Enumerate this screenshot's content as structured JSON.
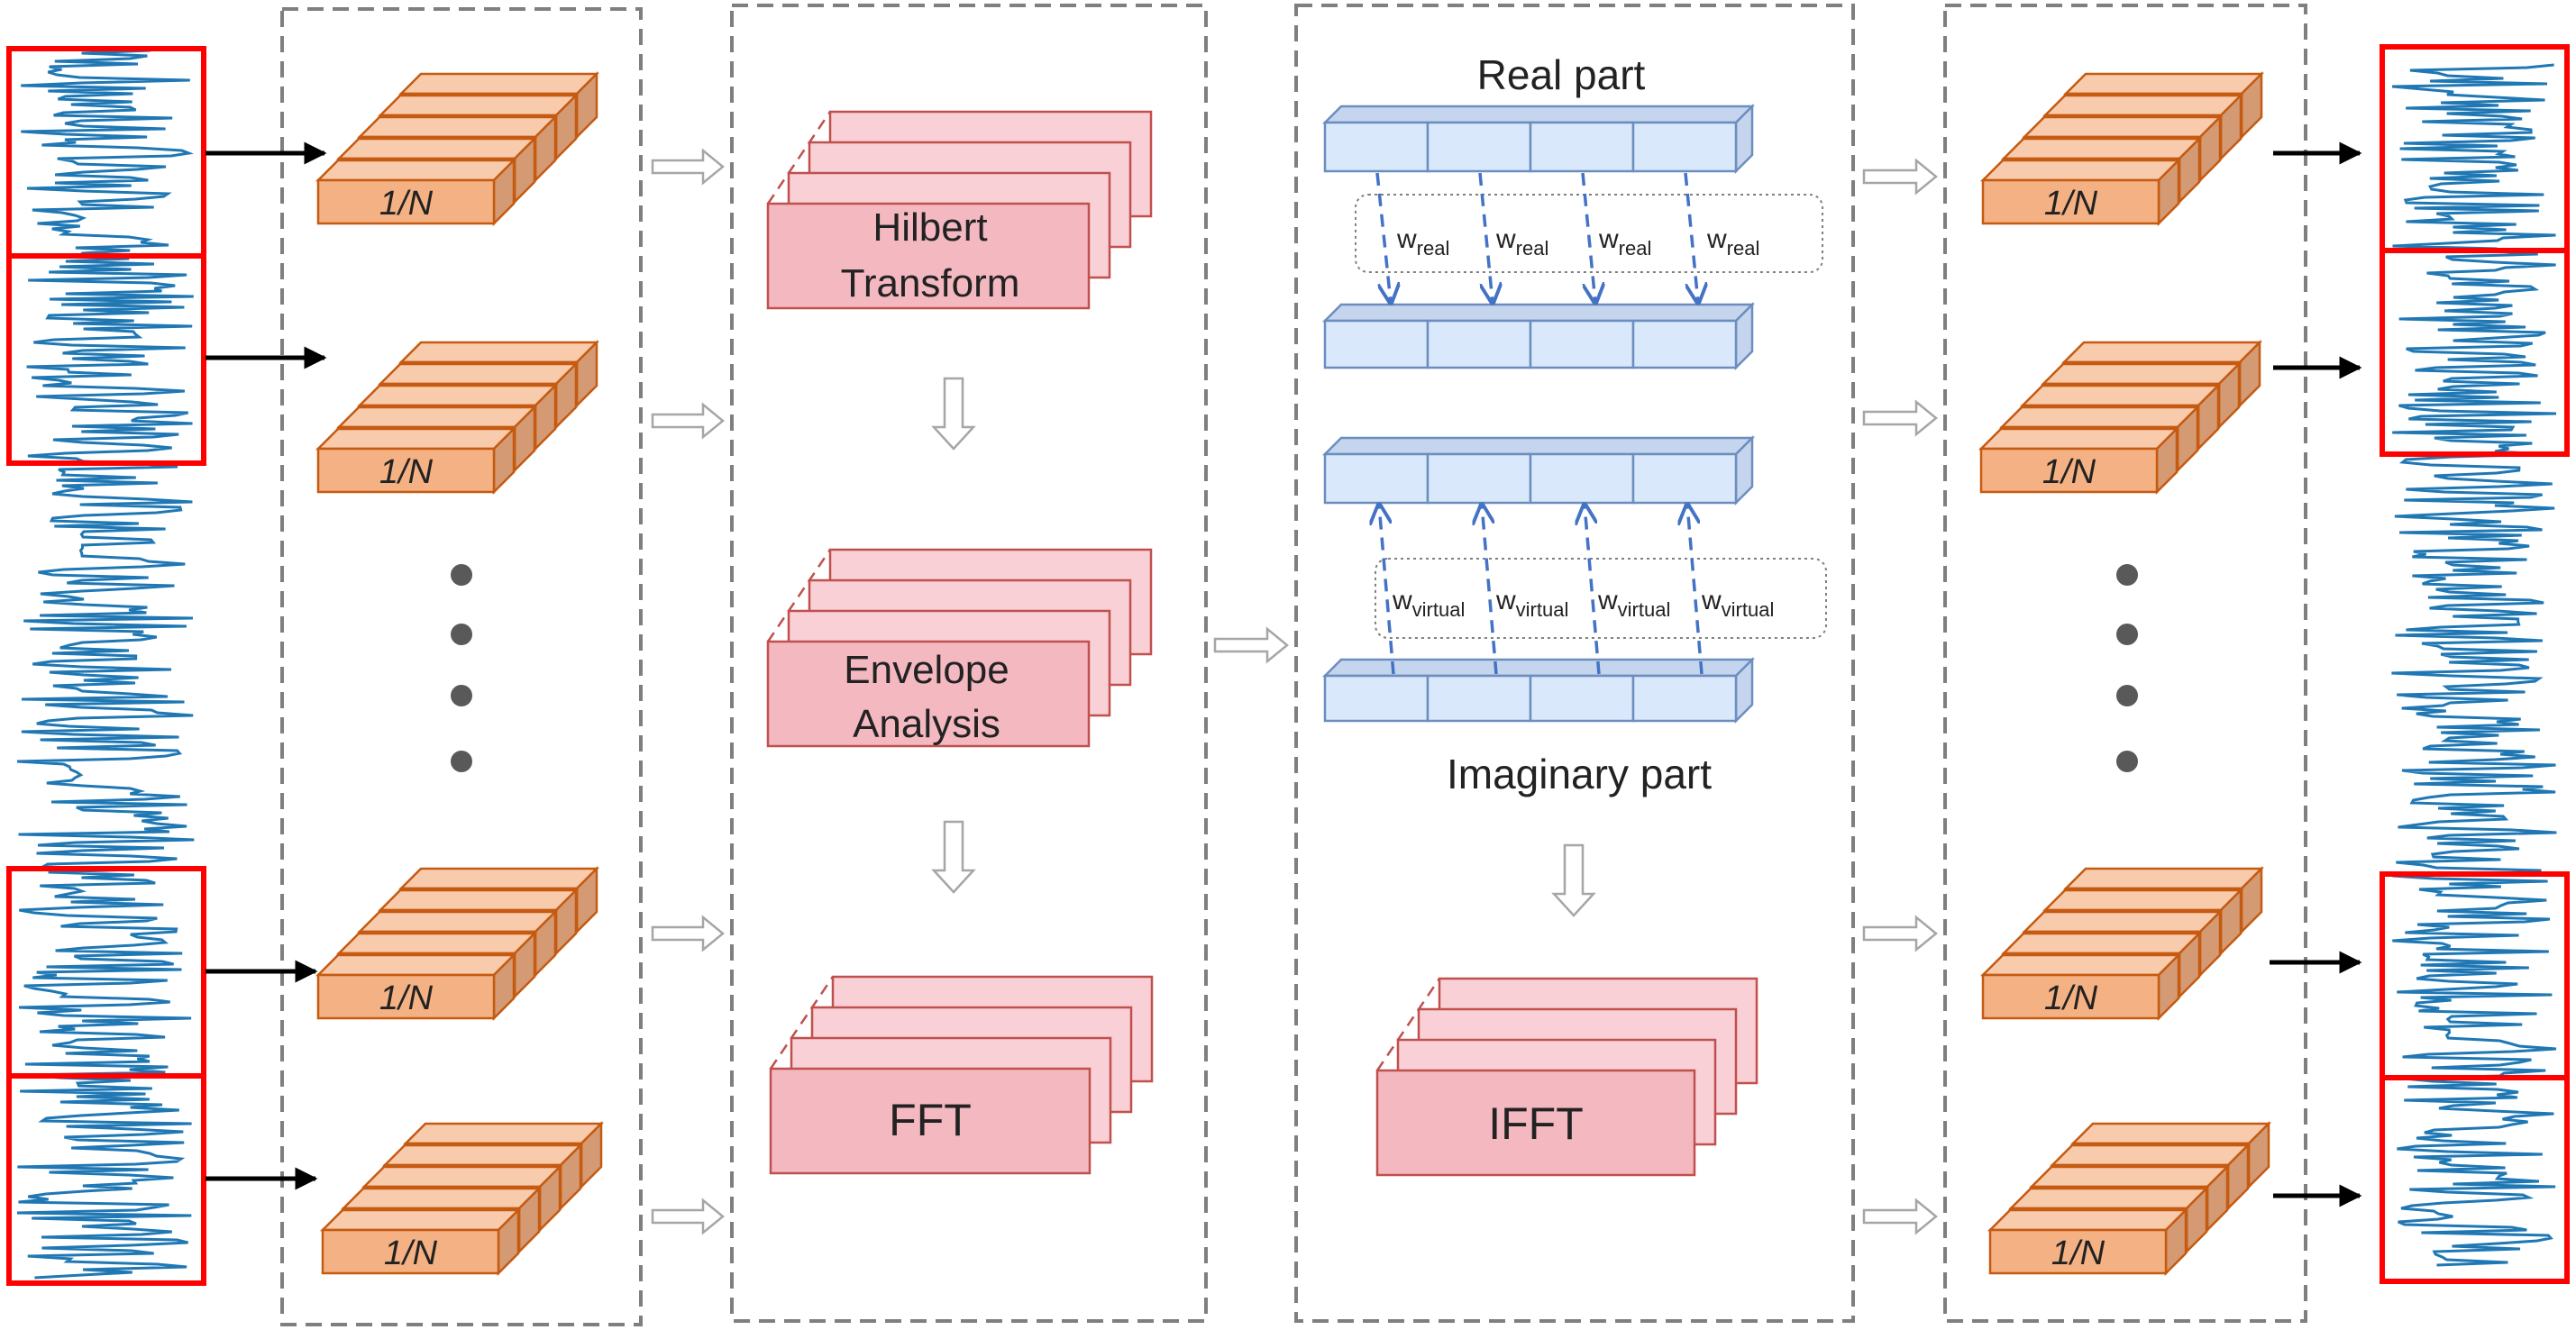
{
  "colors": {
    "signal": "#1f77b4",
    "frame": "#ff0000",
    "orange_front": "#f4b183",
    "orange_back": "#f8cbad",
    "orange_side": "#d49a73",
    "orange_stroke": "#c55a11",
    "pink_front": "#f4b8c1",
    "pink_back": "#f9d0d6",
    "pink_stroke": "#c0504d",
    "blue_fill": "#dae8fc",
    "blue_top": "#c5d5ee",
    "blue_stroke": "#6c8ebf",
    "blue_arrow": "#4472c4",
    "panel_dash": "#7f7f7f"
  },
  "block_label": "1/N",
  "stages": {
    "hilbert_line1": "Hilbert",
    "hilbert_line2": "Transform",
    "envelope_line1": "Envelope",
    "envelope_line2": "Analysis",
    "fft": "FFT",
    "ifft": "IFFT"
  },
  "complex": {
    "real_title": "Real part",
    "imag_title": "Imaginary part",
    "w_symbol": "w",
    "real_sub": "real",
    "virtual_sub": "virtual"
  },
  "icons": {
    "ellipsis": "vertical-ellipsis-icon",
    "flow": "hollow-arrow-icon",
    "connector": "solid-arrow-icon"
  }
}
